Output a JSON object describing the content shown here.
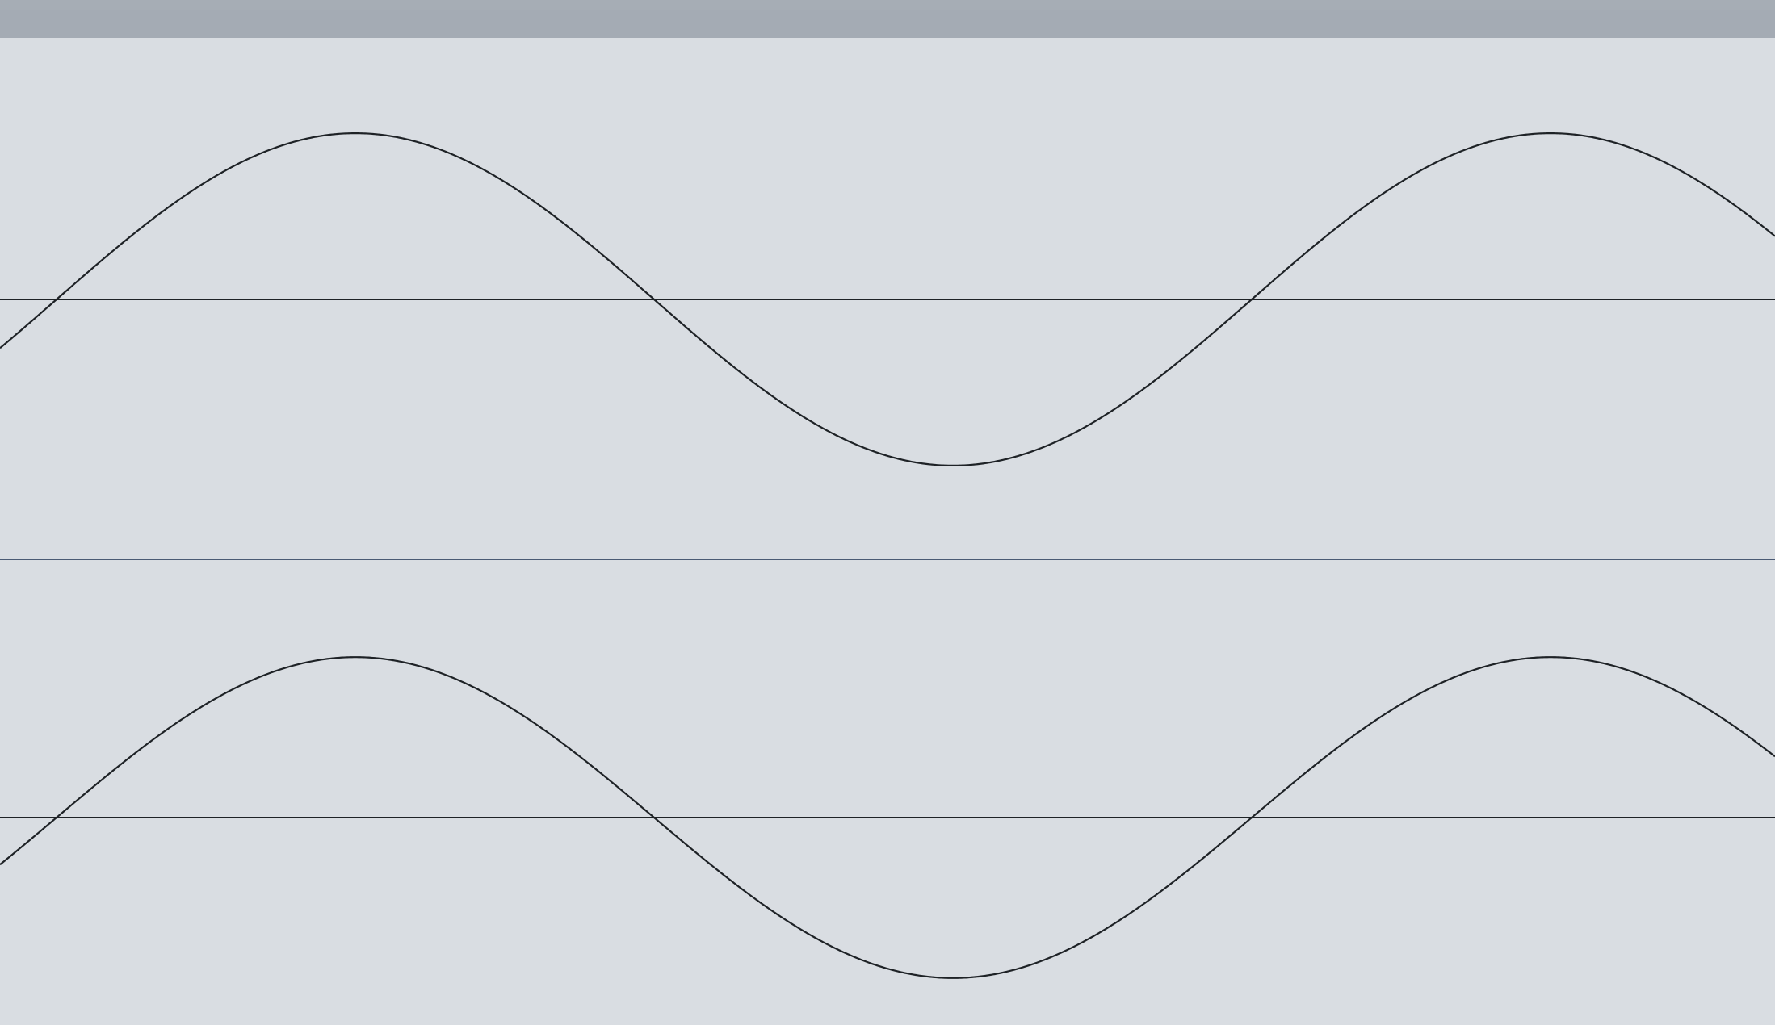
{
  "editor": {
    "colors": {
      "background": "#d9dde2",
      "toolbar": "#a4abb4",
      "waveform": "#1e2226",
      "divider": "#4a5a74",
      "center_line": "#1e2226"
    },
    "channels": [
      {
        "id": "left",
        "cycles": 1.5,
        "phase_deg": -15,
        "amplitude": 0.71
      },
      {
        "id": "right",
        "cycles": 1.5,
        "phase_deg": -15,
        "amplitude": 0.71
      }
    ]
  }
}
